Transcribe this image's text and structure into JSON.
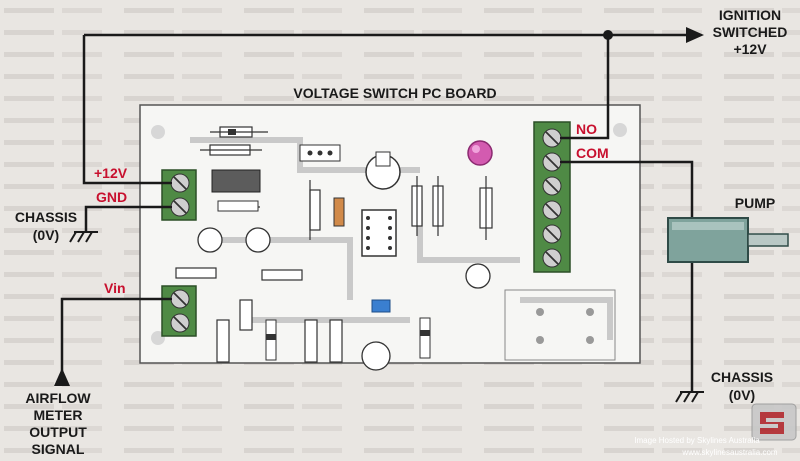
{
  "diagram": {
    "board_title": "VOLTAGE SWITCH PC BOARD",
    "ignition": {
      "line1": "IGNITION",
      "line2": "SWITCHED",
      "line3": "+12V"
    },
    "terminals": {
      "plus12v": "+12V",
      "gnd": "GND",
      "vin": "Vin",
      "no": "NO",
      "com": "COM"
    },
    "chassis_left": {
      "line1": "CHASSIS",
      "line2": "(0V)"
    },
    "chassis_right": {
      "line1": "CHASSIS",
      "line2": "(0V)"
    },
    "pump": "PUMP",
    "airflow": {
      "line1": "AIRFLOW",
      "line2": "METER",
      "line3": "OUTPUT",
      "line4": "SIGNAL"
    },
    "watermark": {
      "line1": "Image Hosted by Skylines Australia",
      "line2": "www.skylinesaustralia.com"
    },
    "colors": {
      "red_label": "#c8102e",
      "wire": "#1a1a1a",
      "terminal_green": "#4f8a45",
      "led": "#d35bb0",
      "board": "#f6f6f4",
      "pump_body": "#7fa39c"
    }
  }
}
